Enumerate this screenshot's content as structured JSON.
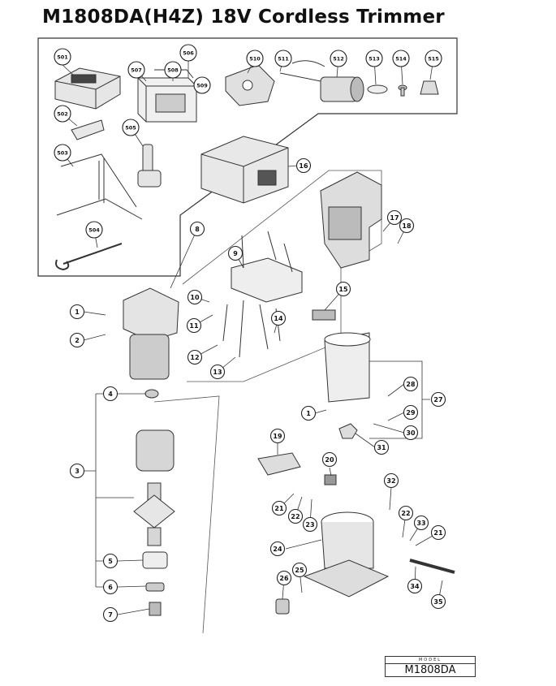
{
  "title": "M1808DA(H4Z) 18V Cordless Trimmer",
  "model_box": {
    "label": "MODEL",
    "value": "M1808DA"
  },
  "accessory_callouts": [
    "501",
    "502",
    "503",
    "504",
    "505",
    "506",
    "507",
    "508",
    "509",
    "510",
    "511",
    "512",
    "513",
    "514",
    "515"
  ],
  "part_callouts": [
    "1",
    "2",
    "3",
    "4",
    "5",
    "6",
    "7",
    "8",
    "9",
    "10",
    "11",
    "12",
    "13",
    "14",
    "15",
    "16",
    "17",
    "18",
    "19",
    "20",
    "21",
    "22",
    "23",
    "24",
    "25",
    "26",
    "27",
    "28",
    "29",
    "30",
    "31",
    "32",
    "33",
    "34",
    "35"
  ]
}
